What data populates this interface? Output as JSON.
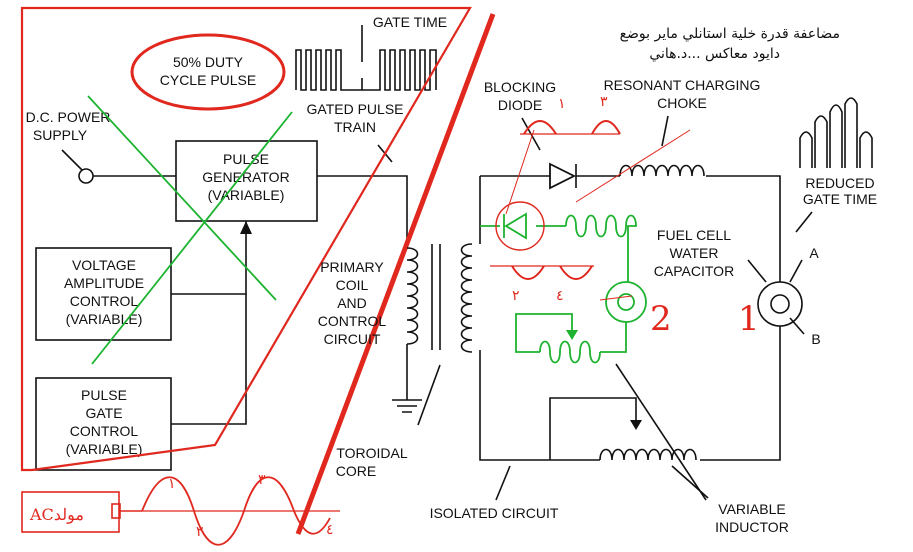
{
  "arabic": {
    "line1": "مضاعفة قدرة خلية استانلي ماير بوضع",
    "line2": "دايود معاكس ...د.هاني"
  },
  "labels": {
    "gate_time": "GATE TIME",
    "duty_1": "50% DUTY",
    "duty_2": "CYCLE PULSE",
    "dc_1": "D.C. POWER",
    "dc_2": "SUPPLY",
    "pg_1": "PULSE",
    "pg_2": "GENERATOR",
    "pg_3": "(VARIABLE)",
    "gpt_1": "GATED PULSE",
    "gpt_2": "TRAIN",
    "vac_1": "VOLTAGE",
    "vac_2": "AMPLITUDE",
    "vac_3": "CONTROL",
    "vac_4": "(VARIABLE)",
    "pgc_1": "PULSE",
    "pgc_2": "GATE",
    "pgc_3": "CONTROL",
    "pgc_4": "(VARIABLE)",
    "prim_1": "PRIMARY",
    "prim_2": "COIL",
    "prim_3": "AND",
    "prim_4": "CONTROL",
    "prim_5": "CIRCUIT",
    "tor_1": "TOROIDAL",
    "tor_2": "CORE",
    "iso": "ISOLATED CIRCUIT",
    "bd_1": "BLOCKING",
    "bd_2": "DIODE",
    "rc_1": "RESONANT CHARGING",
    "rc_2": "CHOKE",
    "rg_1": "REDUCED",
    "rg_2": "GATE TIME",
    "fc_1": "FUEL CELL",
    "fc_2": "WATER",
    "fc_3": "CAPACITOR",
    "a": "A",
    "b": "B",
    "vi_1": "VARIABLE",
    "vi_2": "INDUCTOR"
  },
  "annotations": {
    "ac": "ACمولد",
    "n1_top": "١",
    "n3_top": "٣",
    "n2_mid": "٢",
    "n4_mid": "٤",
    "n1_bot": "١",
    "n3_bot": "٣",
    "n2_bot": "٢",
    "n4_bot": "٤",
    "big2": "2",
    "big1": "1"
  },
  "colors": {
    "annotation_red": "#e0281e",
    "annotation_green": "#1db330",
    "line": "#111111"
  }
}
